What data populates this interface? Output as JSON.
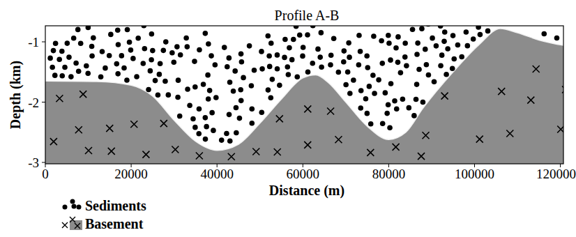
{
  "diagram": {
    "title": "Profile A-B",
    "labels": [
      "-1",
      "-2",
      "-3",
      "0",
      "20000",
      "40000",
      "60000",
      "80000",
      "100000",
      "120000",
      "Depth (km)",
      "Distance (m)"
    ],
    "legend": [
      {
        "text": "Sediments"
      },
      {
        "text": "Basement"
      }
    ]
  }
}
